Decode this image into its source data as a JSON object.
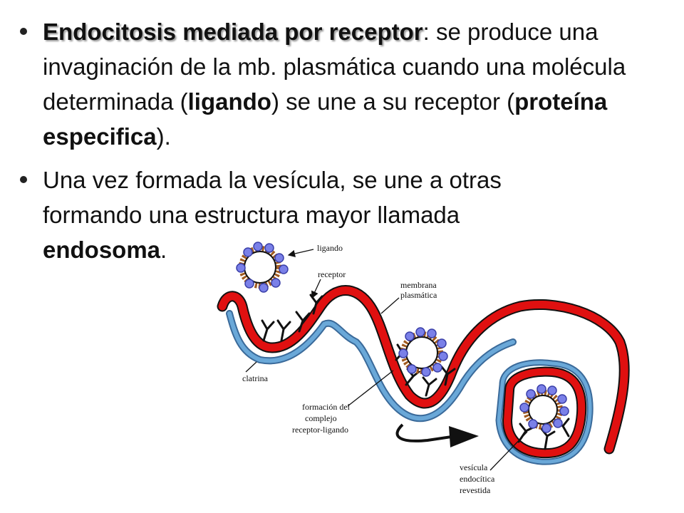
{
  "bullets": [
    {
      "term": "Endocitosis mediada por receptor",
      "t1": ": se produce una invaginación de la mb. plasmática cuando una molécula determinada (",
      "b1": "ligando",
      "t2": ") se une a su receptor (",
      "b2": "proteína especifica",
      "t3": ")."
    },
    {
      "t1": "Una vez formada la vesícula, se une a otras formando una estructura mayor llamada ",
      "b1": "endosoma",
      "t2": "."
    }
  ],
  "diagram": {
    "labels": {
      "ligando": "ligando",
      "receptor": "receptor",
      "membrana_1": "membrana",
      "membrana_2": "plasmática",
      "clatrina": "clatrina",
      "formacion_1": "formación del",
      "formacion_2": "complejo",
      "formacion_3": "receptor-ligando",
      "vesicula_1": "vesícula",
      "vesicula_2": "endocítica",
      "vesicula_3": "revestida"
    },
    "colors": {
      "membrane": "#e01010",
      "clathrin": "#6aa8d8",
      "vesicle_coat": "#a05a1e",
      "ligand": "#7a80e8"
    }
  }
}
